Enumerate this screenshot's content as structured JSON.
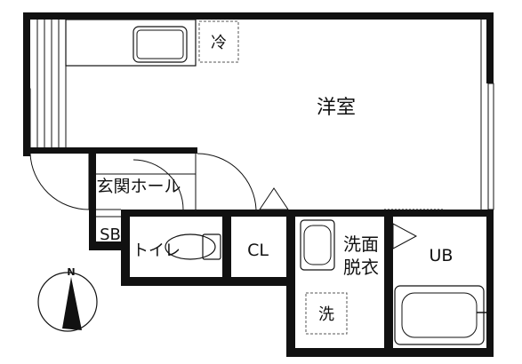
{
  "rooms": {
    "western_room": "洋室",
    "entrance_hall": "玄関ホール",
    "shoe_box": "SB",
    "toilet": "トイレ",
    "closet": "CL",
    "washroom_line1": "洗面",
    "washroom_line2": "脱衣",
    "unit_bath": "UB"
  },
  "fixtures": {
    "fridge": "冷",
    "washer": "洗"
  },
  "compass": {
    "north": "N"
  },
  "colors": {
    "wall": "#111111",
    "line": "#111111",
    "dashed": "#555555",
    "background": "#ffffff"
  }
}
